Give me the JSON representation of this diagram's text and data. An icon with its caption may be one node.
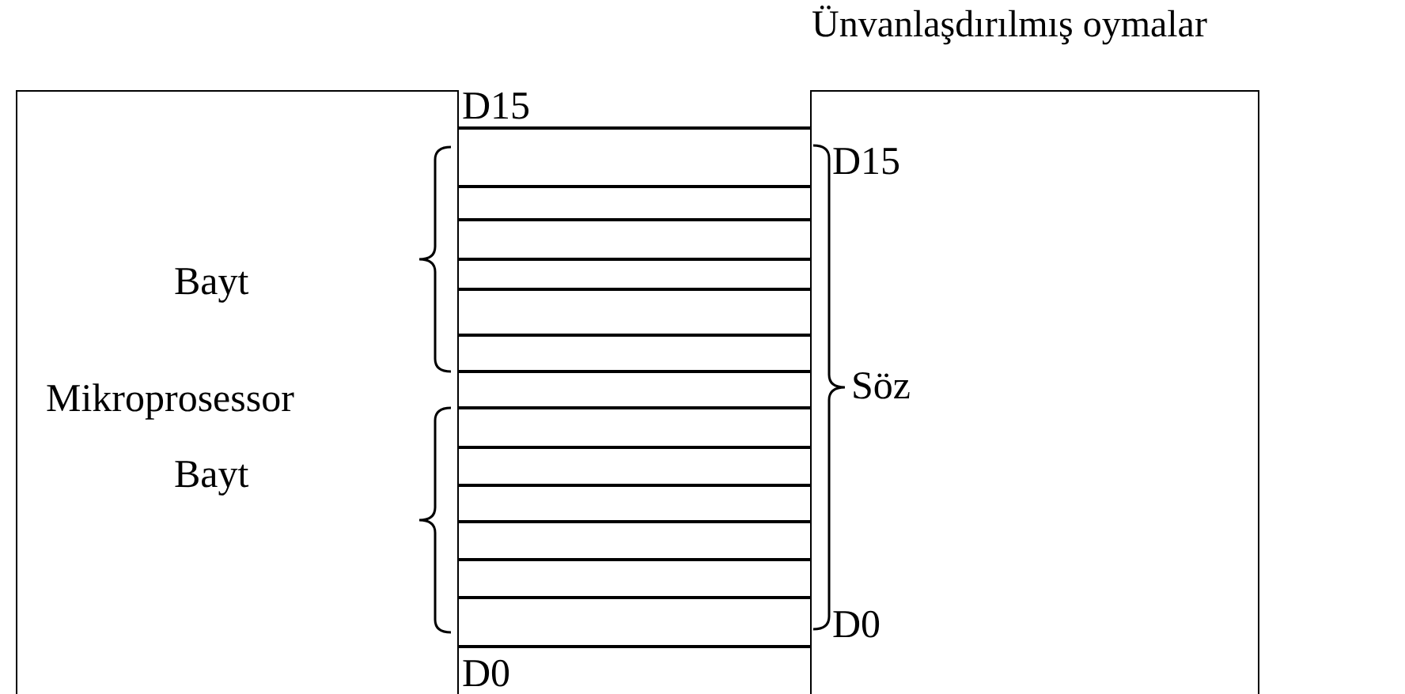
{
  "diagram": {
    "nodes": [
      {
        "text": [
          "Mikroprosessor"
        ]
      },
      {
        "text": [
          "Ünvanlaşdırılmış oymalar"
        ]
      }
    ],
    "edges": [
      {
        "from": 0,
        "to": 1,
        "arrow": "none"
      },
      {
        "from": 0,
        "to": 1,
        "arrow": "none"
      },
      {
        "from": 0,
        "to": 1,
        "arrow": "none"
      },
      {
        "from": 0,
        "to": 1,
        "arrow": "none"
      },
      {
        "from": 0,
        "to": 1,
        "arrow": "none"
      },
      {
        "from": 0,
        "to": 1,
        "arrow": "none"
      },
      {
        "from": 0,
        "to": 1,
        "arrow": "none"
      },
      {
        "from": 0,
        "to": 1,
        "arrow": "none"
      },
      {
        "from": 0,
        "to": 1,
        "arrow": "none"
      },
      {
        "from": 0,
        "to": 1,
        "arrow": "none"
      },
      {
        "from": 0,
        "to": 1,
        "arrow": "none"
      },
      {
        "from": 0,
        "to": 1,
        "arrow": "none"
      },
      {
        "from": 0,
        "to": 1,
        "arrow": "none"
      },
      {
        "from": 0,
        "to": 1,
        "arrow": "none"
      }
    ],
    "labels": [
      "D15",
      "D15",
      "Bayt",
      "Söz",
      "Bayt",
      "D0",
      "D0"
    ]
  }
}
